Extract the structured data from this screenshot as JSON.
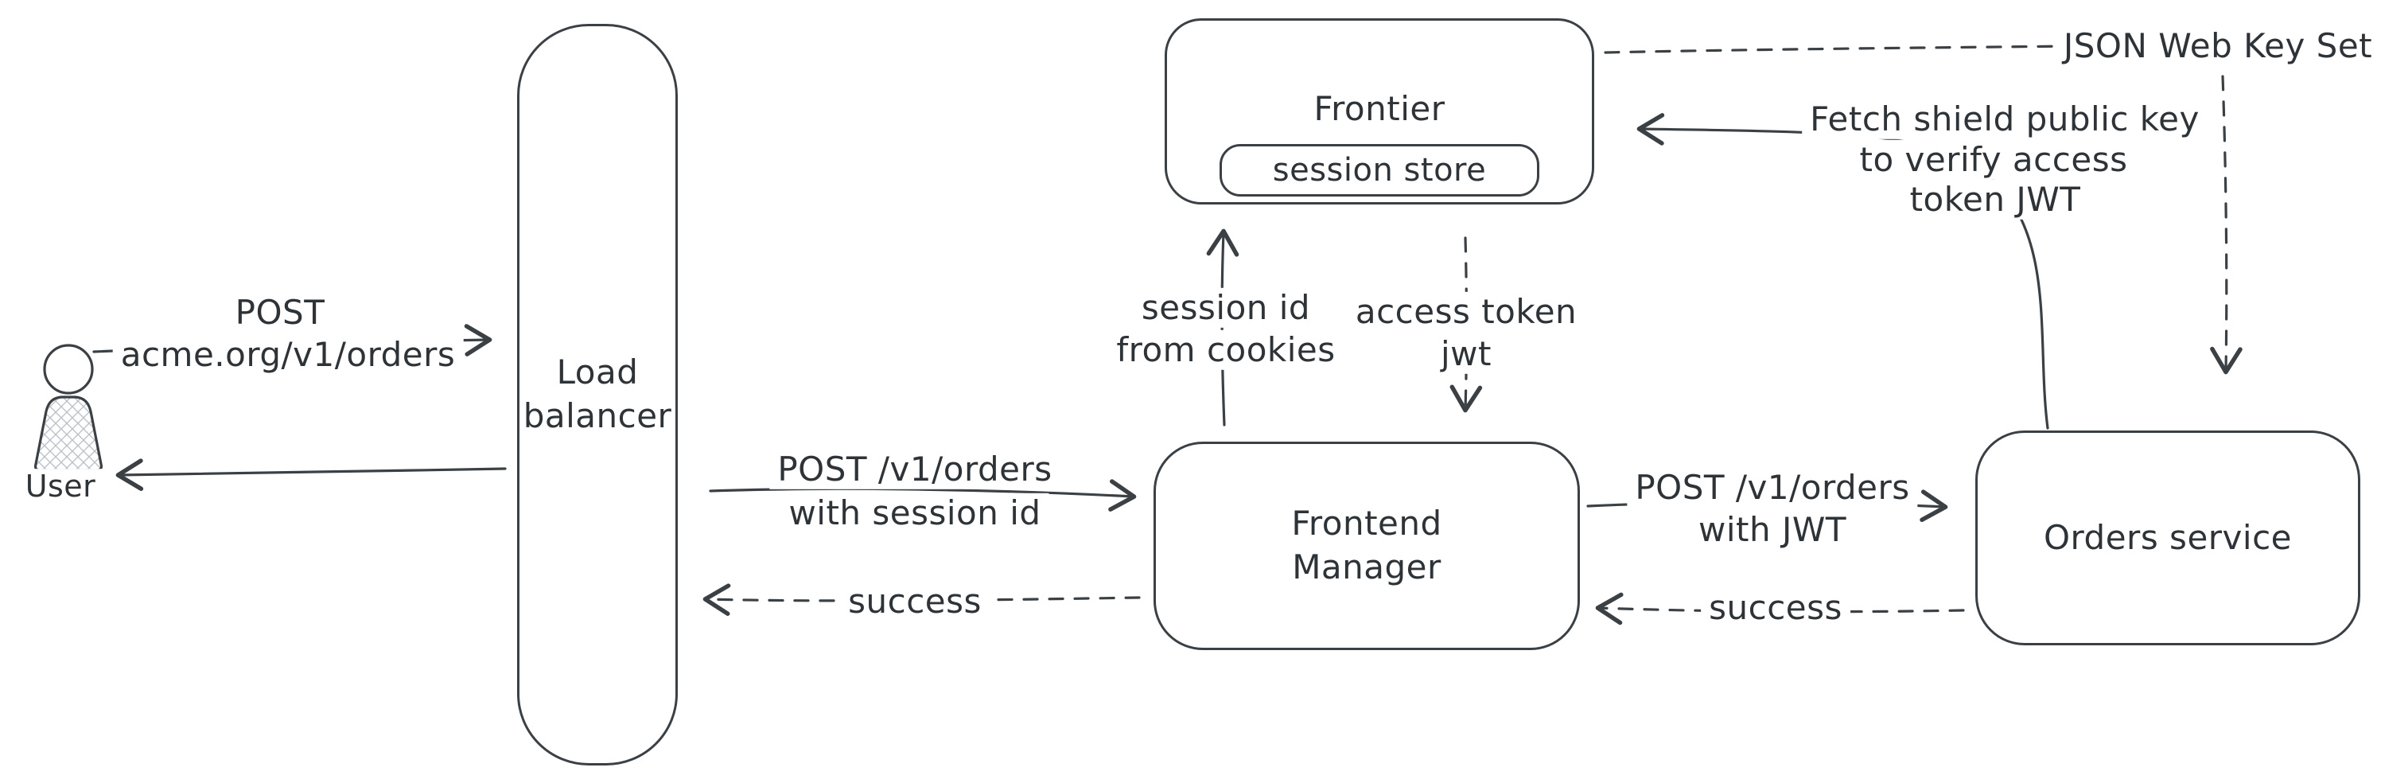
{
  "colors": {
    "stroke": "#3b4045",
    "text": "#2e3338",
    "background": "#ffffff",
    "hatch": "#bcc2c9"
  },
  "nodes": {
    "user": {
      "label": "User"
    },
    "load_balancer": {
      "line1": "Load",
      "line2": "balancer"
    },
    "frontier": {
      "title": "Frontier",
      "session_store": "session store"
    },
    "frontend_manager": {
      "line1": "Frontend",
      "line2": "Manager"
    },
    "orders_service": {
      "label": "Orders service"
    }
  },
  "edges": {
    "user_to_lb": {
      "line1": "POST",
      "line2": "acme.org/v1/orders"
    },
    "lb_to_fm": {
      "line1": "POST /v1/orders",
      "line2": "with session id"
    },
    "fm_to_lb": {
      "label": "success"
    },
    "fm_to_frontier": {
      "line1": "session id",
      "line2": "from cookies"
    },
    "frontier_to_fm": {
      "line1": "access token",
      "line2": "jwt"
    },
    "fm_to_orders": {
      "line1": "POST /v1/orders",
      "line2": "with JWT"
    },
    "orders_to_fm": {
      "label": "success"
    },
    "orders_to_frontier": {
      "line1": "Fetch shield public key",
      "line2": "to verify access",
      "line3": "token JWT"
    },
    "jwks_label": "JSON Web Key Set"
  }
}
